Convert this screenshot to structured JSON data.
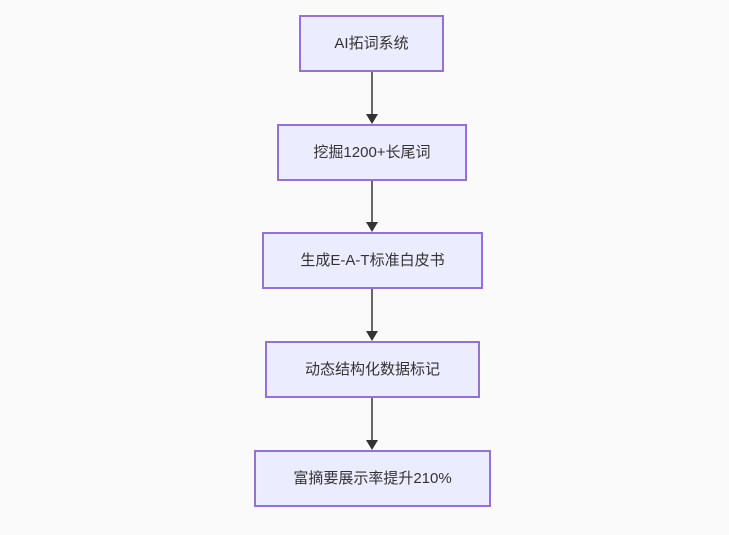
{
  "diagram": {
    "type": "flowchart",
    "direction": "top-down",
    "nodes": [
      {
        "id": "step1",
        "label": "AI拓词系统"
      },
      {
        "id": "step2",
        "label": "挖掘1200+长尾词"
      },
      {
        "id": "step3",
        "label": "生成E-A-T标准白皮书"
      },
      {
        "id": "step4",
        "label": "动态结构化数据标记"
      },
      {
        "id": "step5",
        "label": "富摘要展示率提升210%"
      }
    ],
    "edges": [
      {
        "from": "step1",
        "to": "step2"
      },
      {
        "from": "step2",
        "to": "step3"
      },
      {
        "from": "step3",
        "to": "step4"
      },
      {
        "from": "step4",
        "to": "step5"
      }
    ]
  },
  "colors": {
    "background": "#fafafa",
    "node_fill": "#ECECFF",
    "node_border": "#9370DB",
    "node_text": "#333333",
    "edge_line": "#666666",
    "arrowhead": "#333333"
  }
}
